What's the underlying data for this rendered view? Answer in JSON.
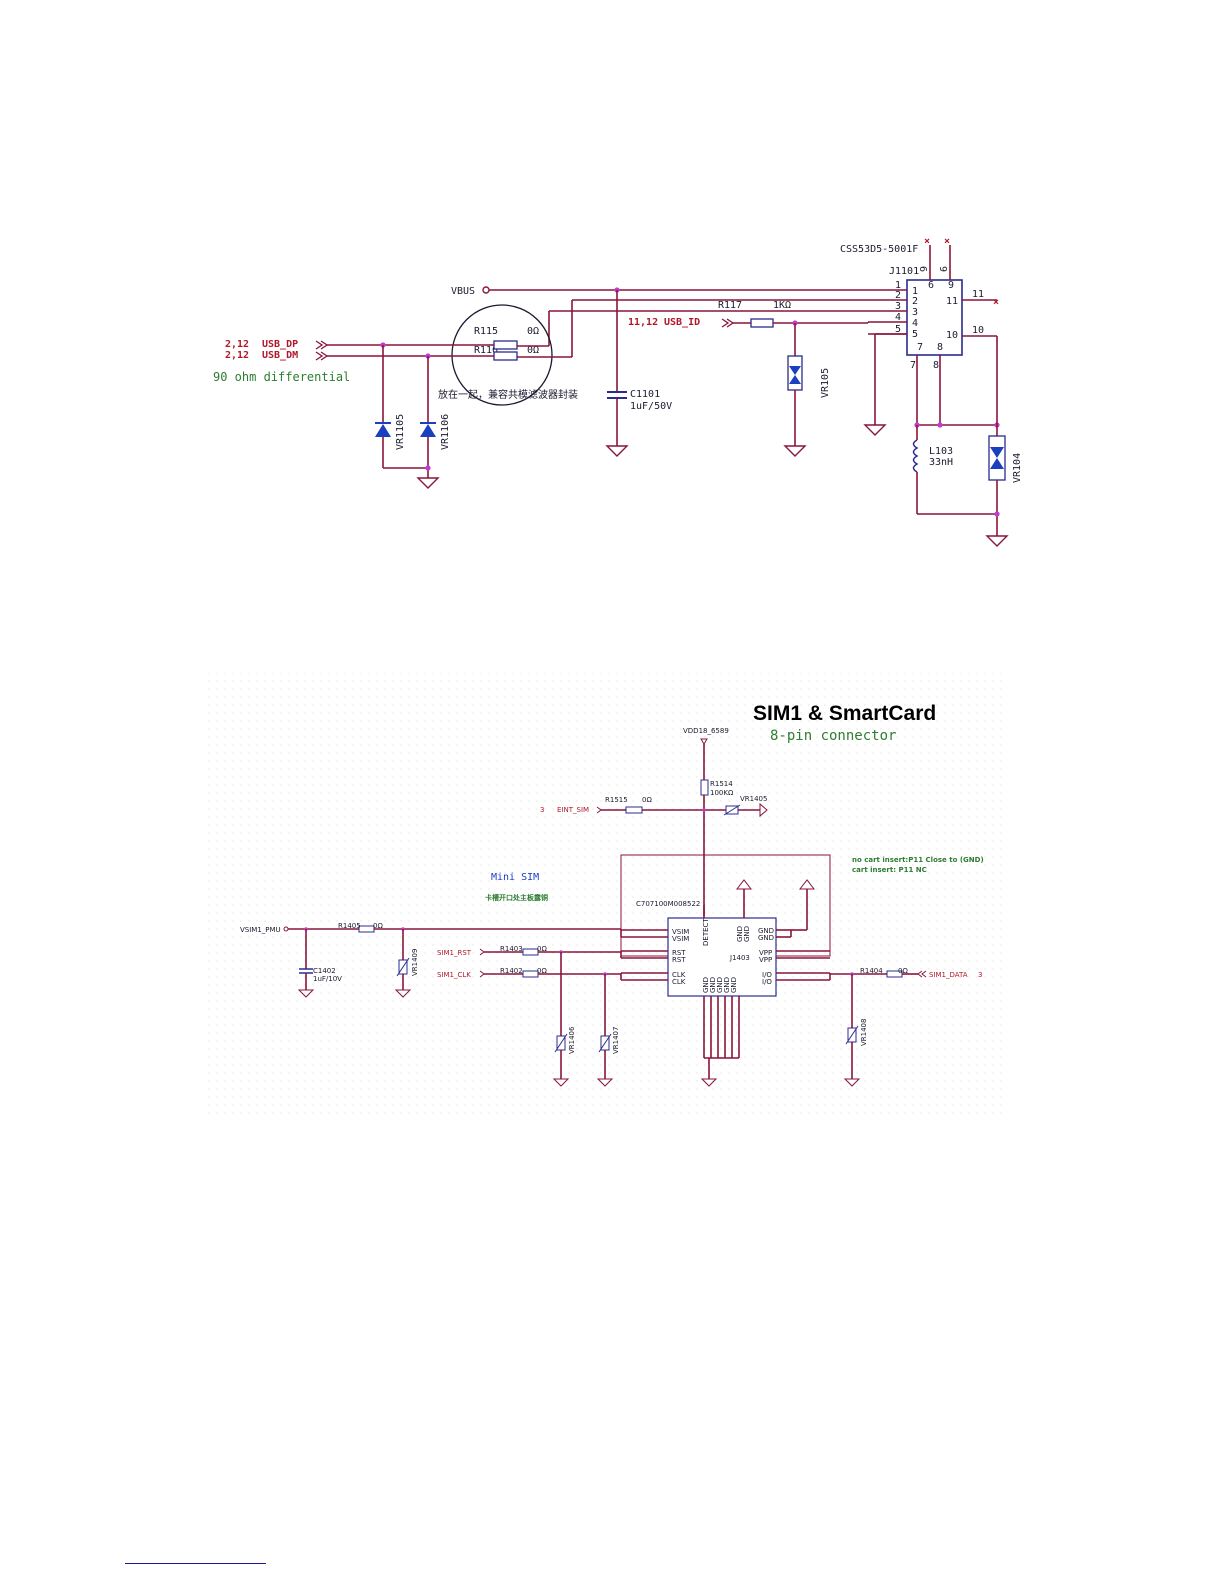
{
  "usb": {
    "connector_part": "CSS53D5-5001F",
    "connector_ref": "J1101",
    "vbus": "VBUS",
    "dp_sheet": "2,12",
    "dp_net": "USB_DP",
    "dm_sheet": "2,12",
    "dm_net": "USB_DM",
    "diff_note": "90 ohm differential",
    "r115": "R115",
    "r115_val": "0Ω",
    "r116": "R116",
    "r116_val": "0Ω",
    "circle_note": "放在一起，兼容共模滤波器封装",
    "r117": "R117",
    "r117_val": "1KΩ",
    "id_sheet": "11,12",
    "id_net": "USB_ID",
    "c1101": "C1101",
    "c1101_val": "1uF/50V",
    "vr1105": "VR1105",
    "vr1106": "VR1106",
    "vr105": "VR105",
    "vr104": "VR104",
    "l103": "L103",
    "l103_val": "33nH",
    "pins": [
      "1",
      "2",
      "3",
      "4",
      "5",
      "6",
      "7",
      "8",
      "9",
      "10",
      "11"
    ]
  },
  "sim": {
    "title": "SIM1 & SmartCard",
    "subtitle": "8-pin connector",
    "vdd": "VDD18_6589",
    "r1514": "R1514",
    "r1514_val": "100KΩ",
    "r1515": "R1515",
    "r1515_val": "0Ω",
    "eint_sheet": "3",
    "eint_net": "EINT_SIM",
    "vr1405": "VR1405",
    "note1": "no cart insert:P11 Close to (GND)",
    "note2": "cart insert: P11 NC",
    "mini_sim": "Mini SIM",
    "mini_note": "卡槽开口处主板露铜",
    "conn_part": "C707100M008522",
    "conn_ref": "J1403",
    "vsim_net": "VSIM1_PMU",
    "r1405": "R1405",
    "r1405_val": "0Ω",
    "c1402": "C1402",
    "c1402_val": "1uF/10V",
    "vr1409": "VR1409",
    "rst_net": "SIM1_RST",
    "r1403": "R1403",
    "r1403_val": "0Ω",
    "clk_net": "SIM1_CLK",
    "r1402": "R1402",
    "r1402_val": "0Ω",
    "vr1406": "VR1406",
    "vr1407": "VR1407",
    "r1404": "R1404",
    "r1404_val": "0Ω",
    "data_net": "SIM1_DATA",
    "data_sheet": "3",
    "vr1408": "VR1408",
    "pin_vsim": "VSIM",
    "pin_rst": "RST",
    "pin_clk": "CLK",
    "pin_detect": "DETECT",
    "pin_gnd": "GND",
    "pin_vpp": "VPP",
    "pin_io": "I/O"
  }
}
